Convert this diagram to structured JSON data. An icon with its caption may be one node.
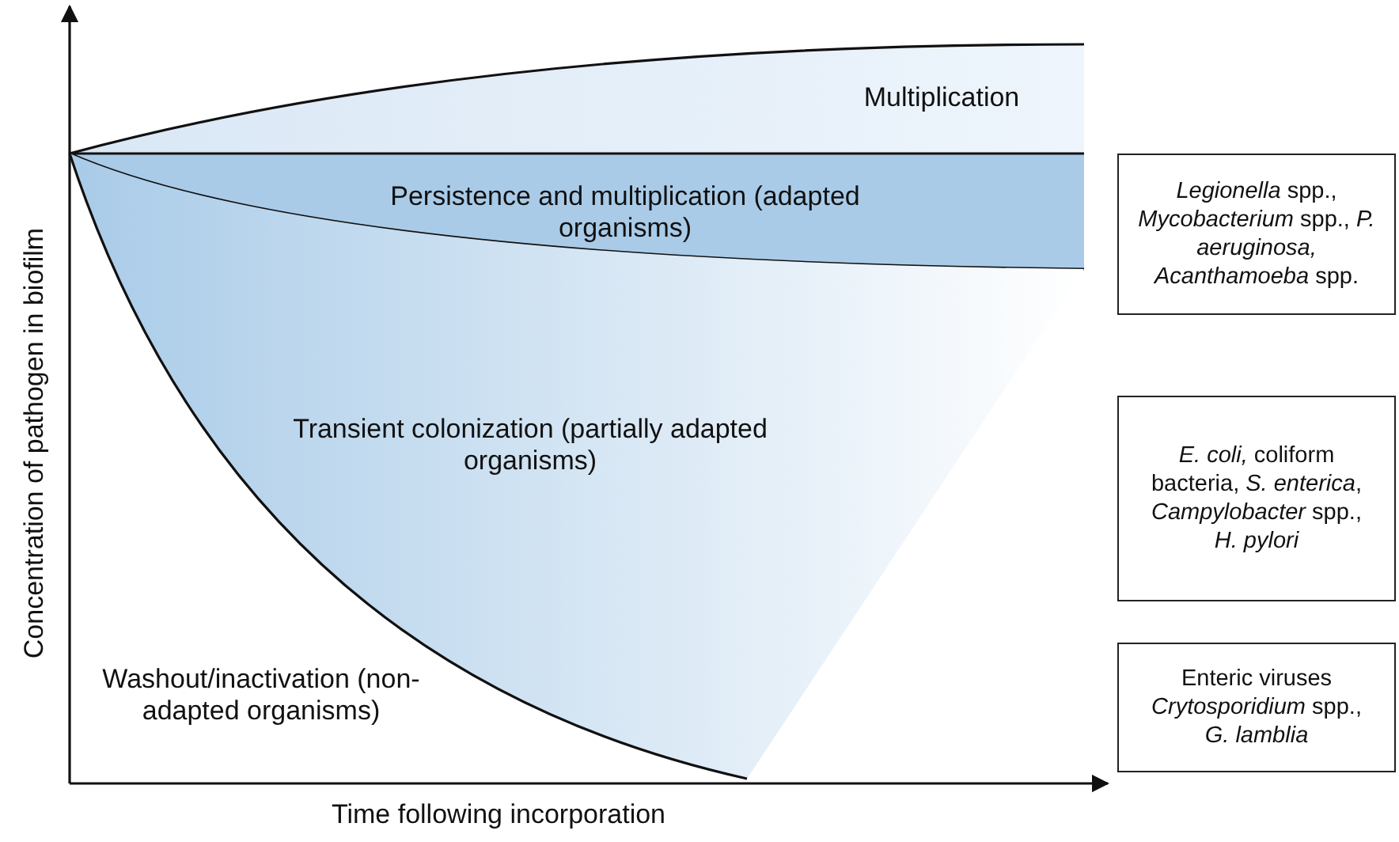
{
  "diagram": {
    "nodes": [
      {
        "text": [
          "Multiplication"
        ]
      },
      {
        "text": [
          "Persistence and multiplication (adapted organisms)"
        ]
      },
      {
        "text": [
          "Transient colonization (partially adapted organisms)"
        ]
      },
      {
        "text": [
          "Washout/inactivation (non-adapted organisms)"
        ]
      },
      {
        "text": [
          "*Legionella* spp., *Mycobacterium* spp., *P. aeruginosa,* *Acanthamoeba* spp."
        ]
      },
      {
        "text": [
          "*E. coli,* coliform bacteria, *S. enterica*, *Campylobacter* spp., *H. pylori*"
        ]
      },
      {
        "text": [
          "Enteric viruses *Crytosporidium* spp., *G. lamblia*"
        ]
      }
    ],
    "edges": [],
    "labels": [
      "Concentration of pathogen in biofilm",
      "Time following incorporation"
    ]
  }
}
